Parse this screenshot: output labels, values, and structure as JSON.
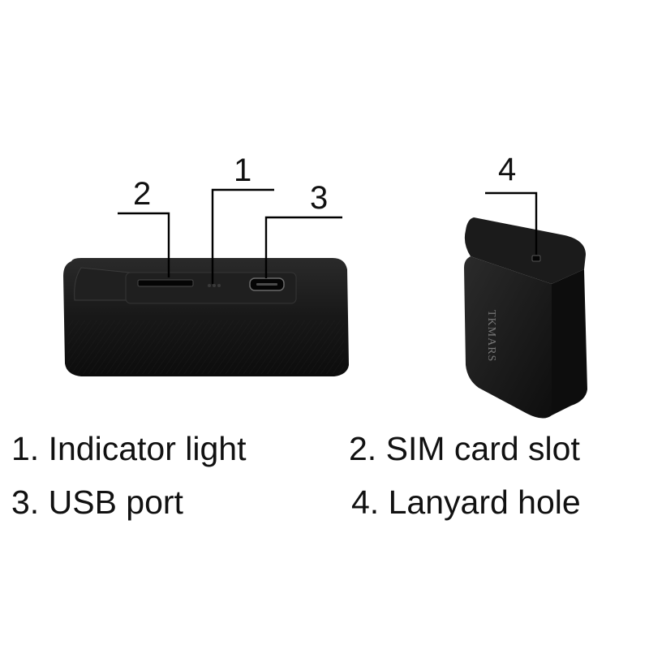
{
  "colors": {
    "background": "#ffffff",
    "device_body": "#111111",
    "leader_line": "#000000",
    "text": "#111111"
  },
  "callouts": [
    "1",
    "2",
    "3",
    "4"
  ],
  "device_brand": "TKMARS",
  "legend": [
    {
      "number": "1.",
      "text": "Indicator light"
    },
    {
      "number": "2.",
      "text": "SIM card slot"
    },
    {
      "number": "3.",
      "text": "USB port"
    },
    {
      "number": "4.",
      "text": "Lanyard hole"
    }
  ]
}
